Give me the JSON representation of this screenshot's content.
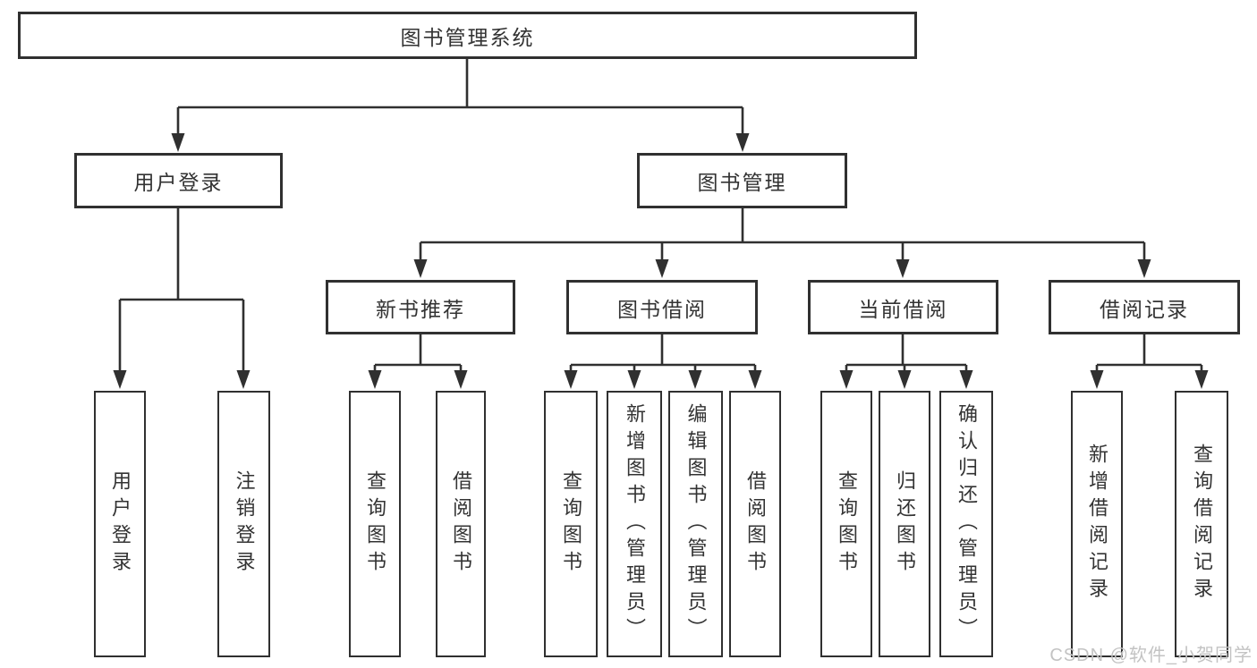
{
  "diagram_type": "tree-structure-chart",
  "colors": {
    "line": "#303030",
    "text": "#333333",
    "watermark": "#c3c3c3",
    "background": "#ffffff"
  },
  "watermark": "CSDN @软件_小贺同学",
  "nodes": {
    "root": {
      "label": "图书管理系统"
    },
    "user_login": {
      "label": "用户登录"
    },
    "book_mgmt": {
      "label": "图书管理"
    },
    "new_book_rec": {
      "label": "新书推荐"
    },
    "book_borrow": {
      "label": "图书借阅"
    },
    "current_borrow": {
      "label": "当前借阅"
    },
    "borrow_records": {
      "label": "借阅记录"
    },
    "user_login_leaf": {
      "label": "用户登录"
    },
    "logout_leaf": {
      "label": "注销登录"
    },
    "rec_query_books": {
      "label": "查询图书"
    },
    "rec_borrow_books": {
      "label": "借阅图书"
    },
    "bb_query_books": {
      "label": "查询图书"
    },
    "bb_add_books": {
      "label": "新增图书（管理员）"
    },
    "bb_edit_books": {
      "label": "编辑图书（管理员）"
    },
    "bb_borrow_books": {
      "label": "借阅图书"
    },
    "cb_query_books": {
      "label": "查询图书"
    },
    "cb_return_books": {
      "label": "归还图书"
    },
    "cb_confirm_return": {
      "label": "确认归还（管理员）"
    },
    "br_add_record": {
      "label": "新增借阅记录"
    },
    "br_query_record": {
      "label": "查询借阅记录"
    }
  },
  "edges": [
    [
      "root",
      "user_login"
    ],
    [
      "root",
      "book_mgmt"
    ],
    [
      "user_login",
      "user_login_leaf"
    ],
    [
      "user_login",
      "logout_leaf"
    ],
    [
      "book_mgmt",
      "new_book_rec"
    ],
    [
      "book_mgmt",
      "book_borrow"
    ],
    [
      "book_mgmt",
      "current_borrow"
    ],
    [
      "book_mgmt",
      "borrow_records"
    ],
    [
      "new_book_rec",
      "rec_query_books"
    ],
    [
      "new_book_rec",
      "rec_borrow_books"
    ],
    [
      "book_borrow",
      "bb_query_books"
    ],
    [
      "book_borrow",
      "bb_add_books"
    ],
    [
      "book_borrow",
      "bb_edit_books"
    ],
    [
      "book_borrow",
      "bb_borrow_books"
    ],
    [
      "current_borrow",
      "cb_query_books"
    ],
    [
      "current_borrow",
      "cb_return_books"
    ],
    [
      "current_borrow",
      "cb_confirm_return"
    ],
    [
      "borrow_records",
      "br_add_record"
    ],
    [
      "borrow_records",
      "br_query_record"
    ]
  ]
}
